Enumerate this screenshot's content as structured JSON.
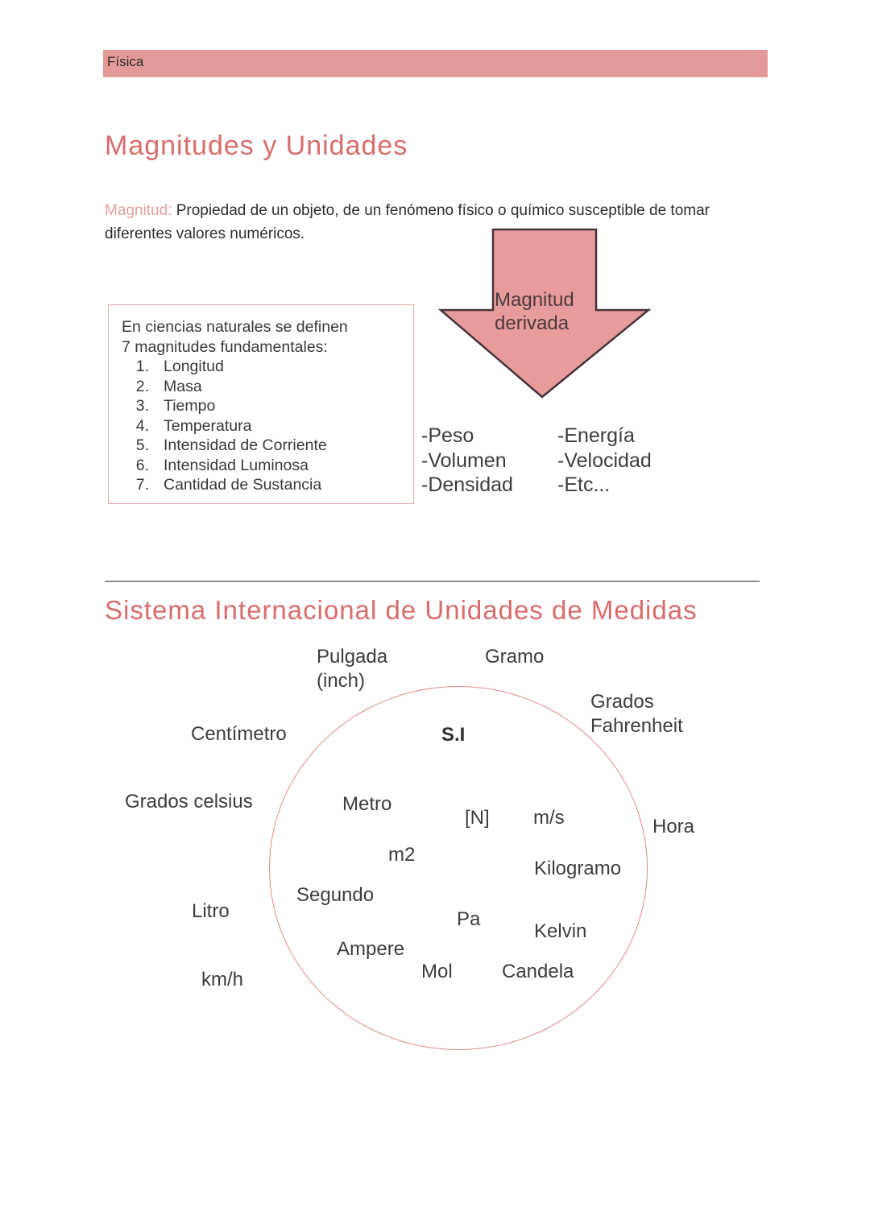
{
  "colors": {
    "header_bar": "#E59A9A",
    "heading": "#D96C6C",
    "term": "#E2A1A1",
    "body_text": "#2E2E2E",
    "diagram_text": "#3D3D3D",
    "arrow_fill": "#E89B9B",
    "arrow_stroke": "#45333A",
    "box_border": "#E2A6A6",
    "divider": "#8F8F8F",
    "circle_stroke": "#DE8C8C"
  },
  "header": {
    "subject": "Física"
  },
  "magnitudes": {
    "title": "Magnitudes y Unidades",
    "term": "Magnitud:",
    "definition": " Propiedad de un objeto, de un fenómeno físico o químico susceptible de tomar diferentes valores numéricos.",
    "arrow_label": "Magnitud\nderivada",
    "fundamentals": {
      "intro_line1": "En ciencias naturales se definen",
      "intro_line2": "7 magnitudes fundamentales:",
      "items": [
        {
          "num": "1.",
          "label": "Longitud"
        },
        {
          "num": "2.",
          "label": "Masa"
        },
        {
          "num": "3.",
          "label": "Tiempo"
        },
        {
          "num": "4.",
          "label": "Temperatura"
        },
        {
          "num": "5.",
          "label": "Intensidad de Corriente"
        },
        {
          "num": "6.",
          "label": "Intensidad Luminosa"
        },
        {
          "num": "7.",
          "label": "Cantidad de Sustancia"
        }
      ]
    },
    "derived_examples": {
      "col1": [
        "-Peso",
        "-Volumen",
        "-Densidad"
      ],
      "col2": [
        "-Energía",
        "-Velocidad",
        "-Etc..."
      ]
    }
  },
  "si_section": {
    "title": "Sistema Internacional de Unidades de Medidas",
    "center_label": "S.I",
    "inside_units": [
      "Metro",
      "[N]",
      "m/s",
      "m2",
      "Kilogramo",
      "Segundo",
      "Pa",
      "Kelvin",
      "Ampere",
      "Mol",
      "Candela"
    ],
    "outside_units": [
      "Pulgada\n(inch)",
      "Gramo",
      "Grados\nFahrenheit",
      "Centímetro",
      "Grados celsius",
      "Hora",
      "Litro",
      "km/h"
    ]
  }
}
